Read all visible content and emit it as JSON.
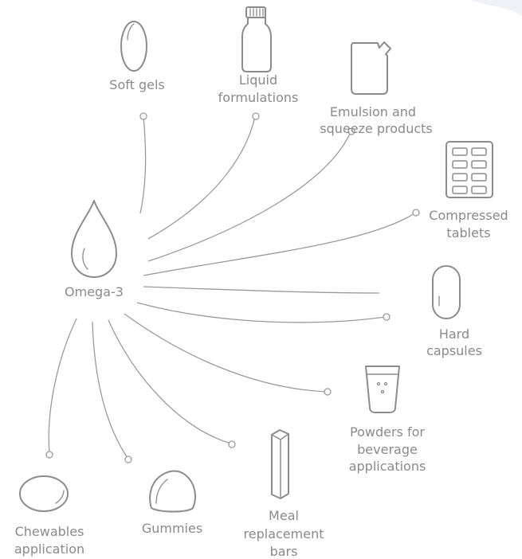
{
  "center": {
    "label": "Omega-3",
    "icon": "drop-icon"
  },
  "colors": {
    "icon_stroke": "#8c8c8c",
    "text": "#8a8a8a",
    "line": "#9a9a9a"
  },
  "products": [
    {
      "id": "soft-gels",
      "icon": "soft-gel-icon",
      "lines": [
        "Soft gels"
      ]
    },
    {
      "id": "liquid-formulations",
      "icon": "bottle-icon",
      "lines": [
        "Liquid",
        "formulations"
      ]
    },
    {
      "id": "emulsion-squeeze",
      "icon": "pouch-icon",
      "lines": [
        "Emulsion and",
        "squeeze products"
      ]
    },
    {
      "id": "compressed-tablets",
      "icon": "blister-pack-icon",
      "lines": [
        "Compressed",
        "tablets"
      ]
    },
    {
      "id": "hard-capsules",
      "icon": "capsule-icon",
      "lines": [
        "Hard",
        "capsules"
      ]
    },
    {
      "id": "powders-beverage",
      "icon": "glass-icon",
      "lines": [
        "Powders for",
        "beverage",
        "applications"
      ]
    },
    {
      "id": "meal-bars",
      "icon": "bar-icon",
      "lines": [
        "Meal",
        "replacement",
        "bars"
      ]
    },
    {
      "id": "gummies",
      "icon": "gummy-icon",
      "lines": [
        "Gummies"
      ]
    },
    {
      "id": "chewables",
      "icon": "chewable-icon",
      "lines": [
        "Chewables",
        "application"
      ]
    }
  ]
}
